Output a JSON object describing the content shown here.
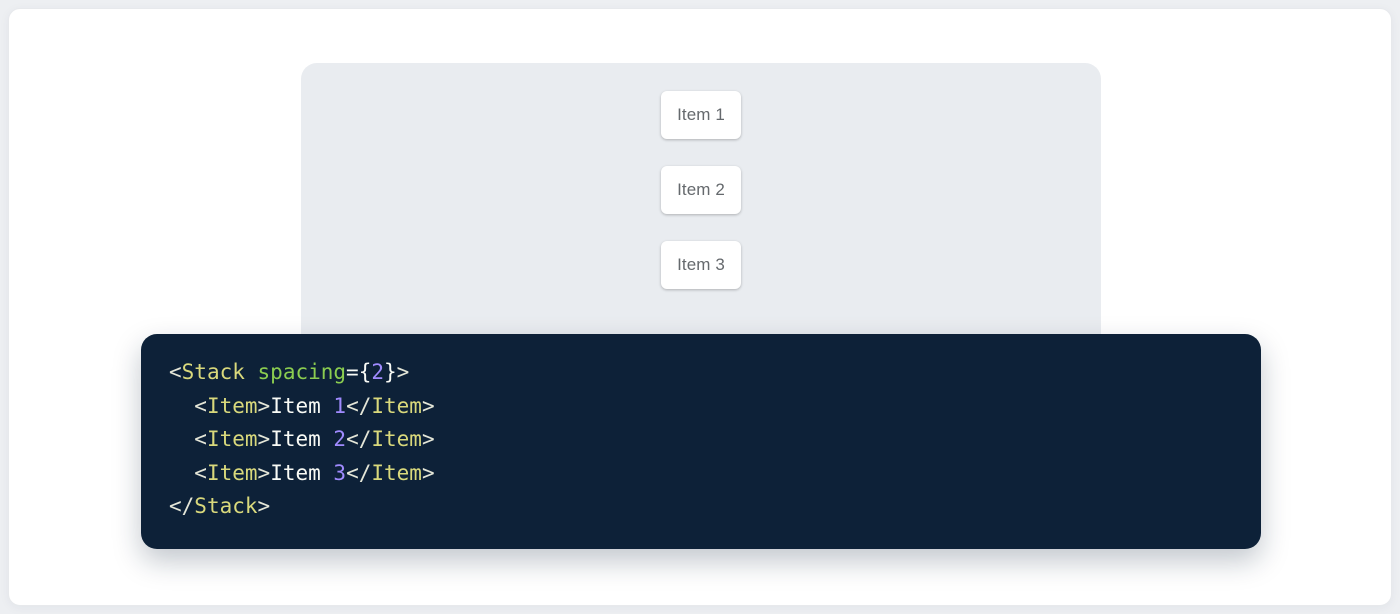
{
  "demo": {
    "items": [
      {
        "label": "Item 1"
      },
      {
        "label": "Item 2"
      },
      {
        "label": "Item 3"
      }
    ]
  },
  "code": {
    "language": "jsx",
    "lines": [
      [
        {
          "t": "<",
          "k": "punct"
        },
        {
          "t": "Stack",
          "k": "tag"
        },
        {
          "t": " ",
          "k": "plain"
        },
        {
          "t": "spacing",
          "k": "attr"
        },
        {
          "t": "=",
          "k": "plain"
        },
        {
          "t": "{",
          "k": "plain"
        },
        {
          "t": "2",
          "k": "num"
        },
        {
          "t": "}",
          "k": "plain"
        },
        {
          "t": ">",
          "k": "punct"
        }
      ],
      [
        {
          "t": "  ",
          "k": "plain"
        },
        {
          "t": "<",
          "k": "punct"
        },
        {
          "t": "Item",
          "k": "tag"
        },
        {
          "t": ">",
          "k": "punct"
        },
        {
          "t": "Item ",
          "k": "plain"
        },
        {
          "t": "1",
          "k": "num"
        },
        {
          "t": "</",
          "k": "punct"
        },
        {
          "t": "Item",
          "k": "tag"
        },
        {
          "t": ">",
          "k": "punct"
        }
      ],
      [
        {
          "t": "  ",
          "k": "plain"
        },
        {
          "t": "<",
          "k": "punct"
        },
        {
          "t": "Item",
          "k": "tag"
        },
        {
          "t": ">",
          "k": "punct"
        },
        {
          "t": "Item ",
          "k": "plain"
        },
        {
          "t": "2",
          "k": "num"
        },
        {
          "t": "</",
          "k": "punct"
        },
        {
          "t": "Item",
          "k": "tag"
        },
        {
          "t": ">",
          "k": "punct"
        }
      ],
      [
        {
          "t": "  ",
          "k": "plain"
        },
        {
          "t": "<",
          "k": "punct"
        },
        {
          "t": "Item",
          "k": "tag"
        },
        {
          "t": ">",
          "k": "punct"
        },
        {
          "t": "Item ",
          "k": "plain"
        },
        {
          "t": "3",
          "k": "num"
        },
        {
          "t": "</",
          "k": "punct"
        },
        {
          "t": "Item",
          "k": "tag"
        },
        {
          "t": ">",
          "k": "punct"
        }
      ],
      [
        {
          "t": "</",
          "k": "punct"
        },
        {
          "t": "Stack",
          "k": "tag"
        },
        {
          "t": ">",
          "k": "punct"
        }
      ]
    ]
  },
  "colors": {
    "page_bg": "#edeff2",
    "card_bg": "#ffffff",
    "panel_bg": "#e9ecf0",
    "item_bg": "#ffffff",
    "item_text": "#65696d",
    "code_bg": "#0d2138",
    "tok_punct": "#e4e6d8",
    "tok_tag": "#d9d97c",
    "tok_attr": "#8bcd50",
    "tok_plain": "#f9fbf6",
    "tok_num": "#a08bff"
  }
}
